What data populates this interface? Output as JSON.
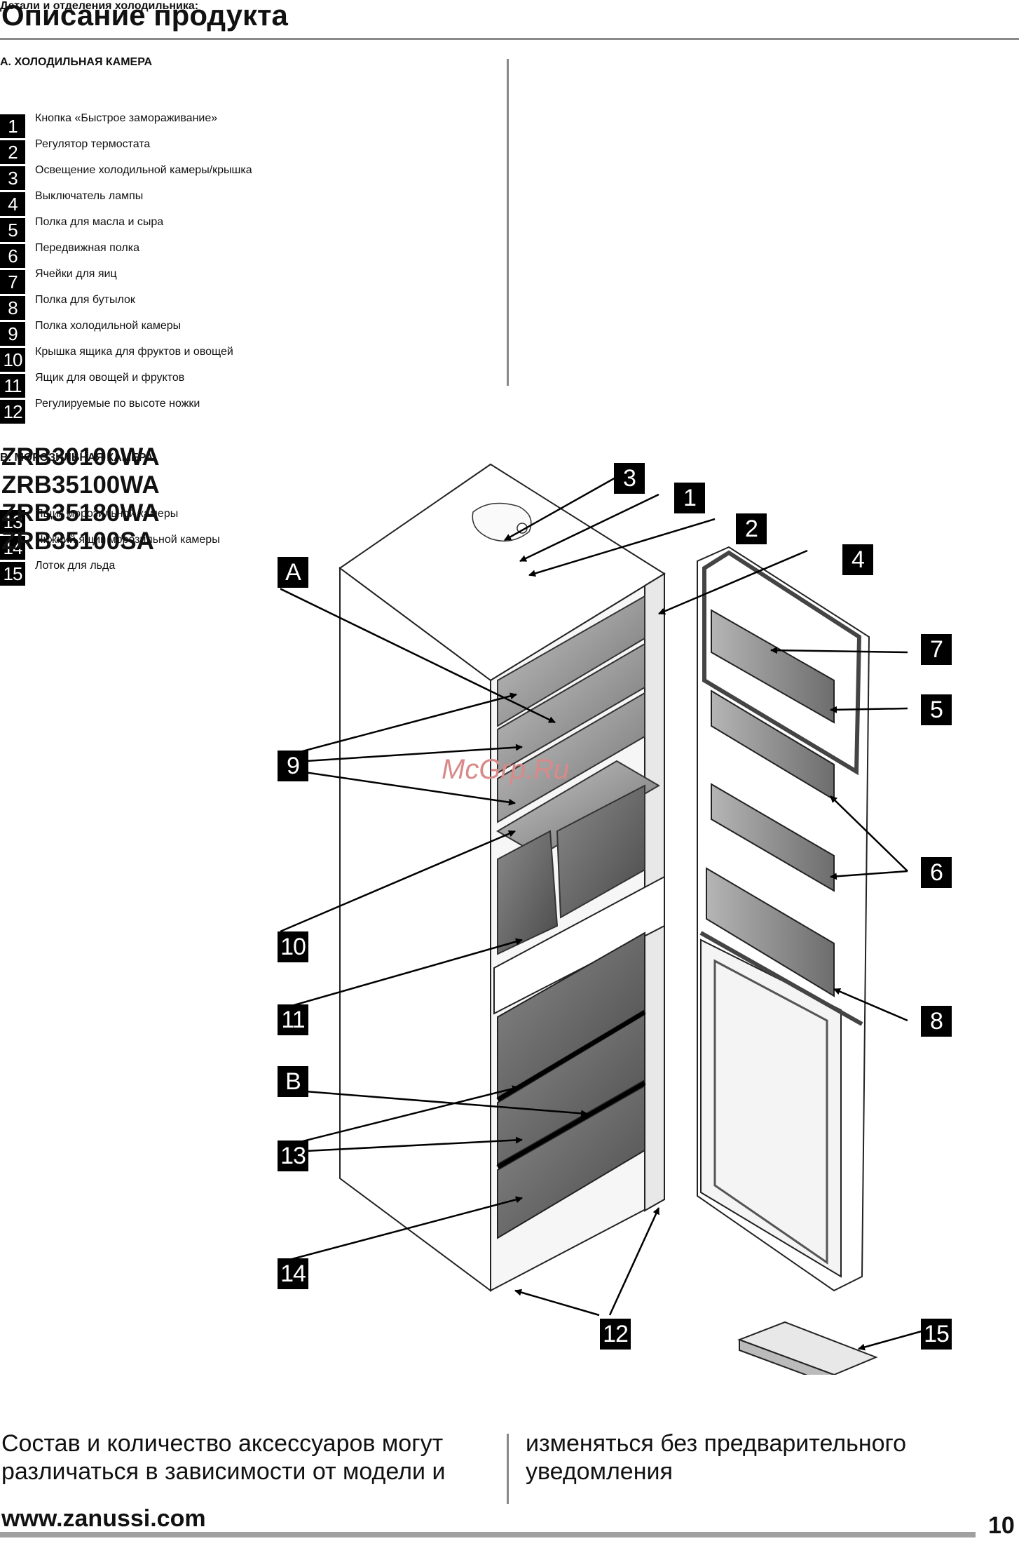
{
  "page": {
    "title": "Описание продукта",
    "subtitle": "Детали и отделения холодильника:",
    "section_a": "A. ХОЛОДИЛЬНАЯ КАМЕРА",
    "section_b": "B. МОРОЗИЛЬНАЯ КАМЕРА",
    "items": [
      {
        "num": "1",
        "label": "Кнопка «Быстрое замораживание»"
      },
      {
        "num": "2",
        "label": "Регулятор термостата"
      },
      {
        "num": "3",
        "label": "Освещение холодильной камеры/крышка"
      },
      {
        "num": "4",
        "label": "Выключатель лампы"
      },
      {
        "num": "5",
        "label": "Полка для масла и сыра"
      },
      {
        "num": "6",
        "label": "Передвижная полка"
      },
      {
        "num": "7",
        "label": "Ячейки для яиц"
      },
      {
        "num": "8",
        "label": "Полка для бутылок"
      },
      {
        "num": "9",
        "label": "Полка холодильной камеры"
      },
      {
        "num": "10",
        "label": "Крышка ящика для фруктов и овощей"
      },
      {
        "num": "11",
        "label": "Ящик для овощей и фруктов"
      },
      {
        "num": "12",
        "label": "Регулируемые по высоте ножки"
      },
      {
        "num": "13",
        "label": "Ящик морозильной камеры"
      },
      {
        "num": "14",
        "label": "Нижний ящик морозильной камеры"
      },
      {
        "num": "15",
        "label": "Лоток для льда"
      }
    ],
    "models": [
      "ZRB30100WA",
      "ZRB35100WA",
      "ZRB35180WA",
      "ZRB35100SA"
    ],
    "diagram_labels": {
      "A": "A",
      "B": "B",
      "n1": "1",
      "n2": "2",
      "n3": "3",
      "n4": "4",
      "n5": "5",
      "n6": "6",
      "n7": "7",
      "n8": "8",
      "n9": "9",
      "n10": "10",
      "n11": "11",
      "n12": "12",
      "n13": "13",
      "n14": "14",
      "n15": "15"
    },
    "watermark": "McGrp.Ru",
    "footer_left": "Состав и количество аксессуаров могут различаться в зависимости от модели и",
    "footer_right": "изменяться без предварительного уведомления",
    "website": "www.zanussi.com",
    "page_number": "10"
  }
}
